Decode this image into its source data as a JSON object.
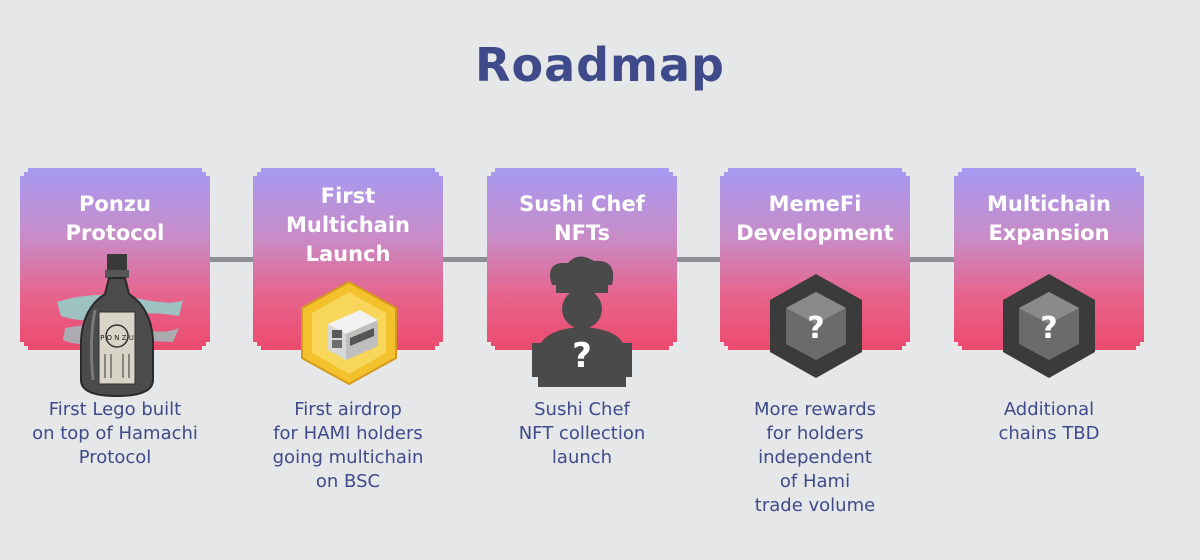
{
  "title": "Roadmap",
  "stages": [
    {
      "title": "Ponzu\nProtocol",
      "description": "First Lego built\non top of Hamachi\nProtocol",
      "icon": "sake-bottle-icon",
      "bottle_label": "P O N Z U"
    },
    {
      "title": "First\nMultichain\nLaunch",
      "description": "First airdrop\nfor HAMI holders\ngoing multichain\non BSC",
      "icon": "sushi-hexagon-icon"
    },
    {
      "title": "Sushi Chef\nNFTs",
      "description": "Sushi Chef\nNFT collection\nlaunch",
      "icon": "mystery-chef-icon",
      "icon_text": "?"
    },
    {
      "title": "MemeFi\nDevelopment",
      "description": "More rewards\nfor holders\nindependent\nof Hami\ntrade volume",
      "icon": "mystery-hexagon-icon",
      "icon_text": "?"
    },
    {
      "title": "Multichain\nExpansion",
      "description": "Additional\nchains TBD",
      "icon": "mystery-hexagon-icon",
      "icon_text": "?"
    }
  ],
  "colors": {
    "title": "#3f4a8a",
    "card_top": "#a69af2",
    "card_bottom": "#ec4a6e",
    "connector": "#8d8f92"
  }
}
